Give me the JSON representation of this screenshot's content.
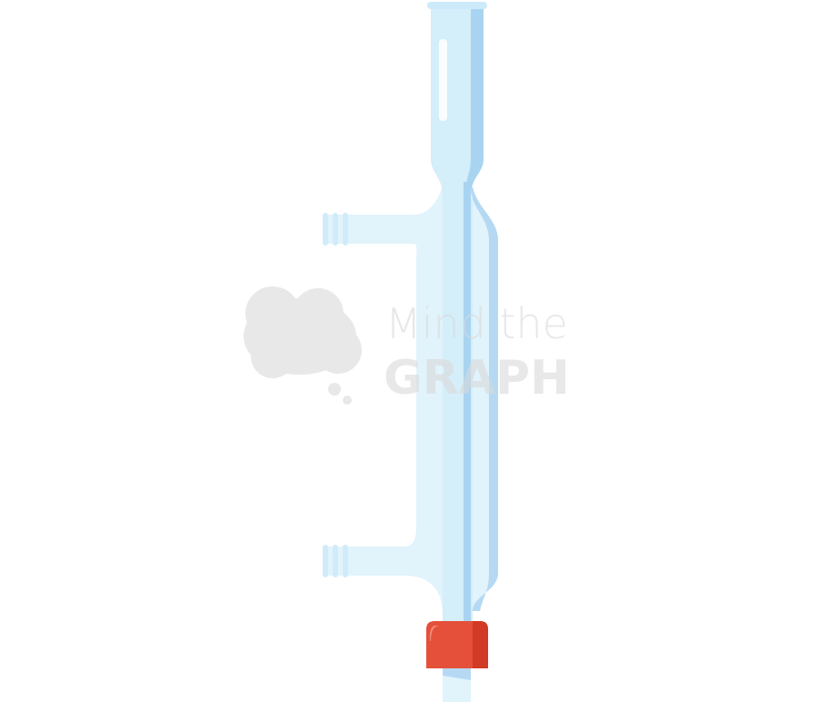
{
  "illustration": {
    "subject": "condenser",
    "colors": {
      "glass_light": "#e1f3fb",
      "glass_mid": "#d4eefa",
      "glass_shadow": "#b5d9f3",
      "glass_dark": "#9fcdef",
      "cap_red": "#e5503a",
      "cap_dark": "#d13a24"
    }
  },
  "watermark": {
    "line1": "Mind the",
    "line2": "GRAPH"
  }
}
